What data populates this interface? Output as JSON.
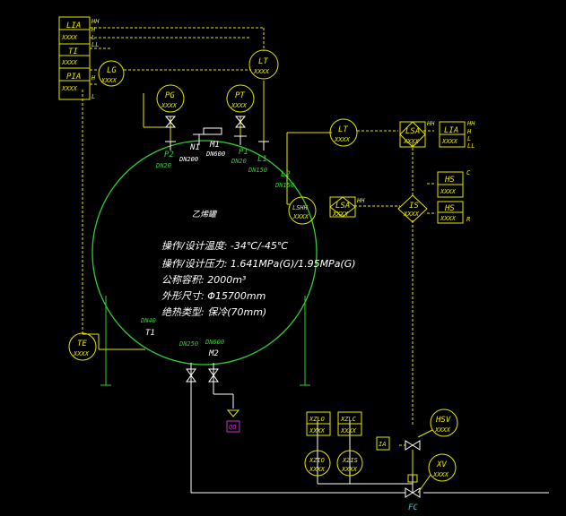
{
  "vessel": {
    "name": "乙烯罐",
    "spec_lines": [
      "操作/设计温度: -34℃/-45℃",
      "操作/设计压力: 1.641MPa(G)/1.95MPa(G)",
      "公称容积: 2000m³",
      "外形尺寸: Φ15700mm",
      "绝热类型: 保冷(70mm)"
    ]
  },
  "nozzles": {
    "p2": "P2",
    "p2_dn": "DN20",
    "n1": "N1",
    "n1_dn": "DN200",
    "m1": "M1",
    "m1_dn": "DN600",
    "p1": "P1",
    "p1_dn": "DN20",
    "l1": "L1",
    "l1_dn": "DN150",
    "l2": "L2",
    "l2_dn": "DN150",
    "t1": "T1",
    "t1_dn": "DN40",
    "bottom_dn": "DN250",
    "m2": "M2",
    "m2_dn": "DN600"
  },
  "alarm_box": {
    "lia": "LIA",
    "ti": "TI",
    "pia": "PIA",
    "xxxx": "XXXX",
    "hh": "HH",
    "h": "H",
    "l": "L",
    "ll": "LL",
    "h2": "H",
    "l2": "L"
  },
  "instruments": {
    "lg": "LG",
    "lt_top": "LT",
    "pg": "PG",
    "pt": "PT",
    "lt_right": "LT",
    "lshh": "LSHH",
    "te": "TE",
    "hsv": "HSV",
    "xv": "XV",
    "xzlo": "XZLO",
    "xzlc": "XZLC",
    "xzio": "XZIO",
    "xzis": "XZIS",
    "tag": "XXXX"
  },
  "right_panel": {
    "lsa1": "LSA",
    "lia": "LIA",
    "lsa2": "LSA",
    "is": "IS",
    "hs1": "HS",
    "hs2": "HS",
    "hh1": "HH",
    "hh2": "HH",
    "lia_hh": "HH",
    "lia_h": "H",
    "lia_l": "L",
    "lia_ll": "LL",
    "c": "C",
    "r": "R",
    "ia": "IA",
    "qo": "QO",
    "fc": "FC"
  }
}
